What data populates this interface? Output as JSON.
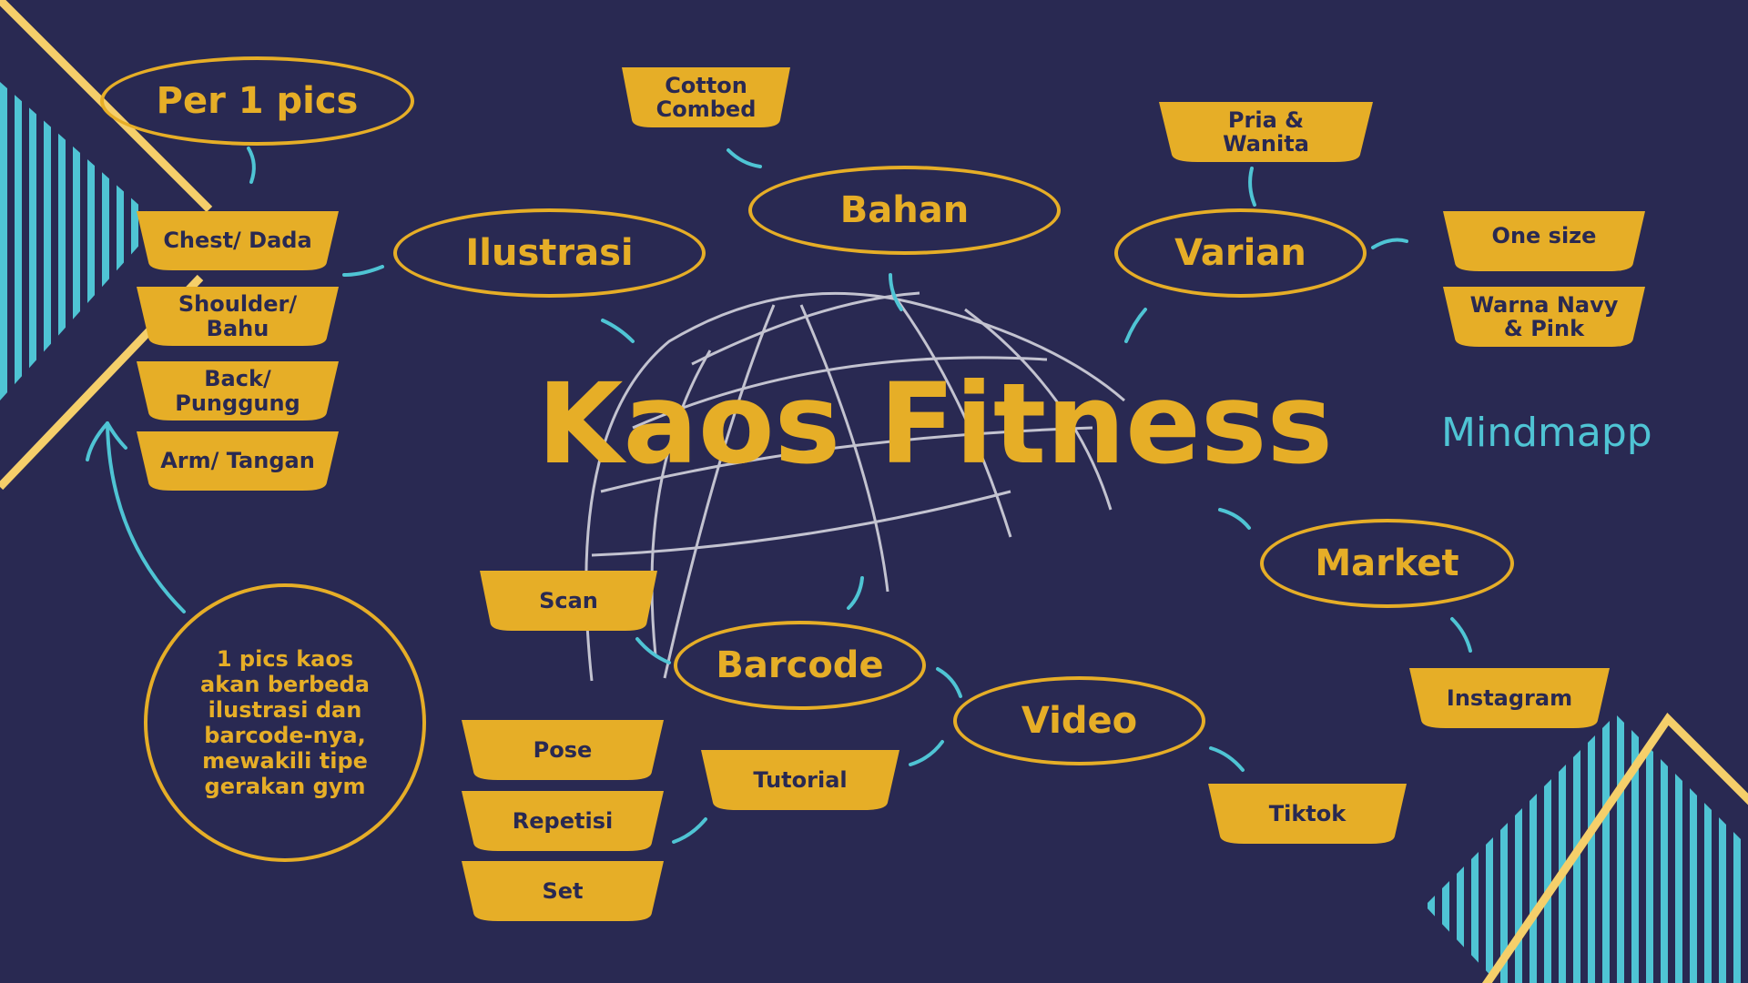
{
  "title": "Kaos Fitness",
  "brand": "Mindmapp",
  "note": "1 pics kaos akan berbeda ilustrasi dan barcode-nya, mewakili tipe gerakan gym",
  "nodes": {
    "per1pics": "Per 1 pics",
    "ilustrasi": "Ilustrasi",
    "bahan": "Bahan",
    "varian": "Varian",
    "market": "Market",
    "barcode": "Barcode",
    "video": "Video"
  },
  "boxes": {
    "chest": "Chest/ Dada",
    "shoulder": "Shoulder/ Bahu",
    "back": "Back/ Punggung",
    "arm": "Arm/ Tangan",
    "cotton": "Cotton Combed",
    "pria": "Pria & Wanita",
    "onesize": "One size",
    "warna": "Warna Navy & Pink",
    "instagram": "Instagram",
    "scan": "Scan",
    "tutorial": "Tutorial",
    "pose": "Pose",
    "repetisi": "Repetisi",
    "set": "Set",
    "tiktok": "Tiktok"
  },
  "colors": {
    "background": "#292952",
    "accent": "#e6ae27",
    "teal": "#4fc4d4",
    "globe": "#d4d4de",
    "light_yellow": "#f5cf6a"
  }
}
